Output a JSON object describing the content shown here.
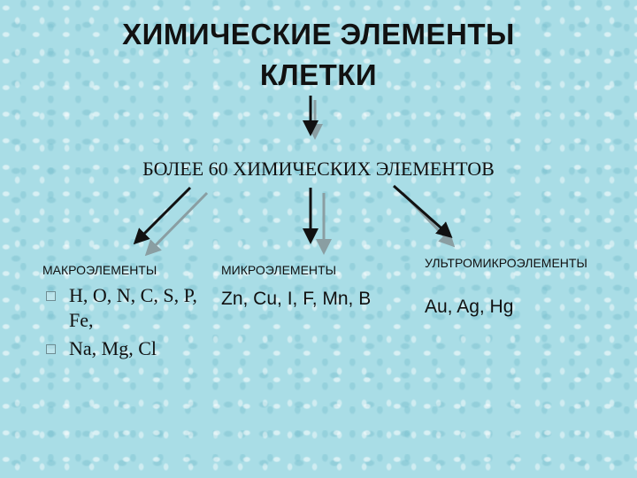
{
  "title": {
    "line1": "ХИМИЧЕСКИЕ ЭЛЕМЕНТЫ",
    "line2": "КЛЕТКИ"
  },
  "subtitle": "БОЛЕЕ 60 ХИМИЧЕСКИХ ЭЛЕМЕНТОВ",
  "columns": {
    "macro": {
      "heading": "МАКРОЭЛЕМЕНТЫ",
      "items": [
        "H, O, N, C, S, P, Fe,",
        "Na, Mg, Cl"
      ]
    },
    "micro": {
      "heading": "МИКРОЭЛЕМЕНТЫ",
      "values": "Zn, Cu, I, F, Mn, B"
    },
    "ultra": {
      "heading": "УЛЬТРОМИКРОЭЛЕМЕНТЫ",
      "values": "Au, Ag, Hg"
    }
  },
  "colors": {
    "background": "#a9dde6",
    "arrow": "#111111",
    "arrow_shadow": "#8a9ea2"
  }
}
